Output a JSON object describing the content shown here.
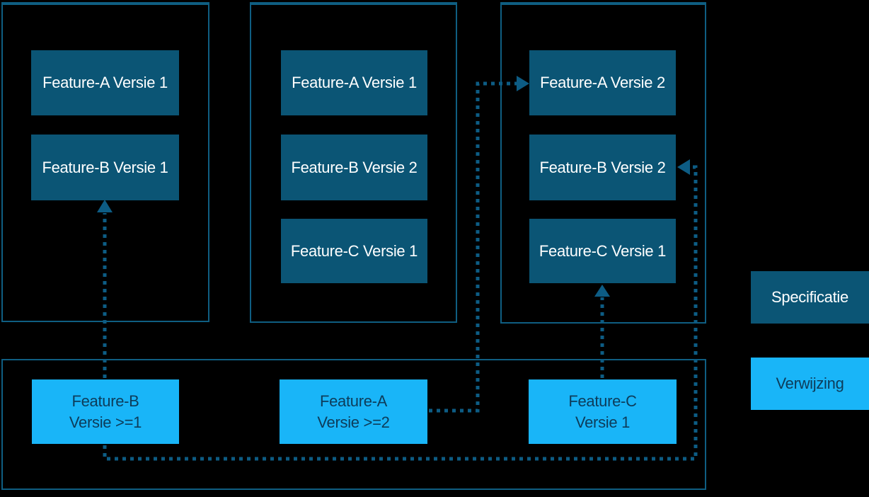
{
  "colors": {
    "background": "#000000",
    "specification_fill": "#0B5575",
    "reference_fill": "#19B5F8",
    "container_border": "#0F5E82",
    "arrow": "#0D5C84",
    "light_text": "#FFFFFF",
    "dark_text": "#0D3C5A"
  },
  "containers": {
    "left": {
      "boxes": [
        {
          "label": "Feature-A Versie 1"
        },
        {
          "label": "Feature-B Versie 1"
        }
      ]
    },
    "middle": {
      "boxes": [
        {
          "label": "Feature-A Versie 1"
        },
        {
          "label": "Feature-B Versie 2"
        },
        {
          "label": "Feature-C Versie 1"
        }
      ]
    },
    "right": {
      "boxes": [
        {
          "label": "Feature-A Versie 2"
        },
        {
          "label": "Feature-B Versie 2"
        },
        {
          "label": "Feature-C Versie 1"
        }
      ]
    },
    "bottom": {
      "boxes": [
        {
          "line1": "Feature-B",
          "line2": "Versie >=1"
        },
        {
          "line1": "Feature-A",
          "line2": "Versie >=2"
        },
        {
          "line1": "Feature-C",
          "line2": "Versie 1"
        }
      ]
    }
  },
  "legend": {
    "specification": "Specificatie",
    "reference": "Verwijzing"
  }
}
